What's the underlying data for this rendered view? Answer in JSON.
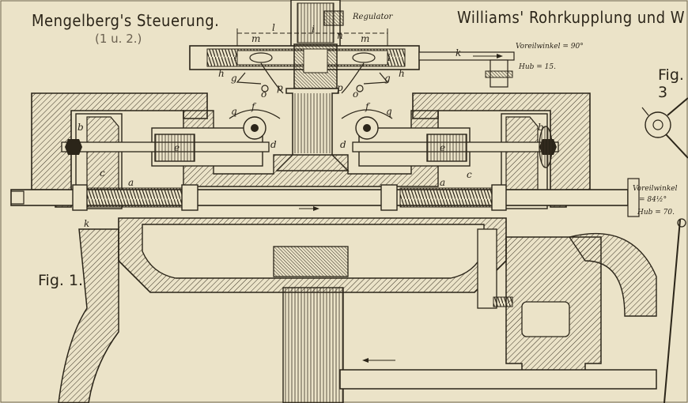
{
  "plate": {
    "title_left": "Mengelberg's Steuerung.",
    "title_left_sub": "(1 u. 2.)",
    "title_right": "Williams' Rohrkupplung und W",
    "fig1": "Fig. 1.",
    "fig3": "Fig. 3",
    "regulator": "Regulator",
    "voreil_top": "Voreilwinkel = 90°",
    "hub_top": "Hub = 15.",
    "voreil_bottom": "Voreilwinkel",
    "voreil_bottom_value": "= 84½°",
    "hub_bottom": "Hub = 70."
  },
  "letters": {
    "l": "l",
    "i": "i",
    "n": "n",
    "k": "k",
    "m": "m",
    "g": "g",
    "h": "h",
    "o": "o",
    "p": "p",
    "f": "f",
    "q": "q",
    "b": "b",
    "e": "e",
    "d": "d",
    "c": "c",
    "a": "a"
  },
  "colors": {
    "paper": "#ebe3c8",
    "ink": "#2b2519",
    "faded": "#6a6050"
  }
}
